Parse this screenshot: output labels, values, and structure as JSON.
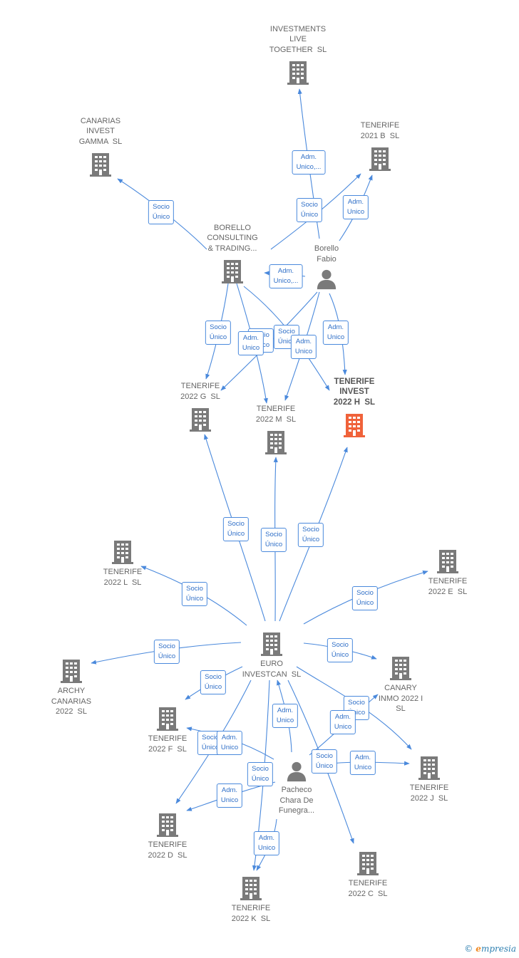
{
  "colors": {
    "edge": "#4a89dc",
    "company": "#7a7a7a",
    "focus": "#f0623a",
    "person": "#7a7a7a"
  },
  "nodes": [
    {
      "id": "inv_live",
      "type": "company",
      "label": "INVESTMENTS\nLIVE\nTOGETHER  SL"
    },
    {
      "id": "canarias_gamma",
      "type": "company",
      "label": "CANARIAS\nINVEST\nGAMMA  SL"
    },
    {
      "id": "ten2021b",
      "type": "company",
      "label": "TENERIFE\n2021 B  SL"
    },
    {
      "id": "borello_ct",
      "type": "company",
      "label": "BORELLO\nCONSULTING\n& TRADING..."
    },
    {
      "id": "borello_fabio",
      "type": "person",
      "label": "Borello\nFabio"
    },
    {
      "id": "ten2022g",
      "type": "company",
      "label": "TENERIFE\n2022 G  SL"
    },
    {
      "id": "ten2022m",
      "type": "company",
      "label": "TENERIFE\n2022 M  SL"
    },
    {
      "id": "ten2022h",
      "type": "focus",
      "label": "TENERIFE\nINVEST\n2022 H  SL"
    },
    {
      "id": "ten2022l",
      "type": "company",
      "label": "TENERIFE\n2022 L  SL"
    },
    {
      "id": "ten2022e",
      "type": "company",
      "label": "TENERIFE\n2022 E  SL"
    },
    {
      "id": "euro",
      "type": "company",
      "label": "EURO\nINVESTCAN  SL"
    },
    {
      "id": "archy",
      "type": "company",
      "label": "ARCHY\nCANARIAS\n2022  SL"
    },
    {
      "id": "canary2022i",
      "type": "company",
      "label": "CANARY\nINMO 2022 I\nSL"
    },
    {
      "id": "ten2022f",
      "type": "company",
      "label": "TENERIFE\n2022 F  SL"
    },
    {
      "id": "ten2022j",
      "type": "company",
      "label": "TENERIFE\n2022 J  SL"
    },
    {
      "id": "pacheco",
      "type": "person",
      "label": "Pacheco\nChara De\nFunegra..."
    },
    {
      "id": "ten2022d",
      "type": "company",
      "label": "TENERIFE\n2022 D  SL"
    },
    {
      "id": "ten2022c",
      "type": "company",
      "label": "TENERIFE\n2022 C  SL"
    },
    {
      "id": "ten2022k",
      "type": "company",
      "label": "TENERIFE\n2022 K  SL"
    }
  ],
  "edges": [
    {
      "from": "borello_fabio",
      "to": "inv_live",
      "label": "Adm.\nUnico,..."
    },
    {
      "from": "borello_ct",
      "to": "canarias_gamma",
      "label": "Socio\nÚnico"
    },
    {
      "from": "borello_ct",
      "to": "ten2021b",
      "label": "Socio\nÚnico"
    },
    {
      "from": "borello_fabio",
      "to": "ten2021b",
      "label": "Adm.\nUnico"
    },
    {
      "from": "borello_fabio",
      "to": "borello_ct",
      "label": "Adm.\nUnico,..."
    },
    {
      "from": "borello_ct",
      "to": "ten2022g",
      "label": "Socio\nÚnico"
    },
    {
      "from": "borello_ct",
      "to": "ten2022m",
      "label": "Socio\nÚnico"
    },
    {
      "from": "borello_ct",
      "to": "ten2022h",
      "label": "Socio\nÚnico"
    },
    {
      "from": "borello_fabio",
      "to": "ten2022g",
      "label": "Adm.\nUnico"
    },
    {
      "from": "borello_fabio",
      "to": "ten2022m",
      "label": "Adm.\nUnico"
    },
    {
      "from": "borello_fabio",
      "to": "ten2022h",
      "label": "Adm.\nUnico"
    },
    {
      "from": "euro",
      "to": "ten2022g",
      "label": "Socio\nÚnico"
    },
    {
      "from": "euro",
      "to": "ten2022m",
      "label": "Socio\nÚnico"
    },
    {
      "from": "euro",
      "to": "ten2022h",
      "label": "Socio\nÚnico"
    },
    {
      "from": "euro",
      "to": "ten2022l",
      "label": "Socio\nÚnico"
    },
    {
      "from": "euro",
      "to": "ten2022e",
      "label": "Socio\nÚnico"
    },
    {
      "from": "euro",
      "to": "archy",
      "label": "Socio\nÚnico"
    },
    {
      "from": "euro",
      "to": "canary2022i",
      "label": "Socio\nÚnico"
    },
    {
      "from": "euro",
      "to": "ten2022f",
      "label": "Socio\nÚnico"
    },
    {
      "from": "euro",
      "to": "ten2022j",
      "label": "Socio\nÚnico"
    },
    {
      "from": "euro",
      "to": "ten2022d",
      "label": "Socio\nÚnico"
    },
    {
      "from": "euro",
      "to": "ten2022k",
      "label": "Socio\nÚnico"
    },
    {
      "from": "euro",
      "to": "ten2022c",
      "label": "Socio\nÚnico"
    },
    {
      "from": "pacheco",
      "to": "euro",
      "label": "Adm.\nUnico"
    },
    {
      "from": "pacheco",
      "to": "canary2022i",
      "label": "Adm.\nUnico"
    },
    {
      "from": "pacheco",
      "to": "ten2022f",
      "label": "Adm.\nUnico"
    },
    {
      "from": "pacheco",
      "to": "ten2022j",
      "label": "Adm.\nUnico"
    },
    {
      "from": "pacheco",
      "to": "ten2022d",
      "label": "Adm.\nUnico"
    },
    {
      "from": "pacheco",
      "to": "ten2022k",
      "label": "Adm.\nUnico"
    }
  ],
  "footer": {
    "copyright": "©",
    "brand_initial": "e",
    "brand_rest": "mpresia"
  }
}
